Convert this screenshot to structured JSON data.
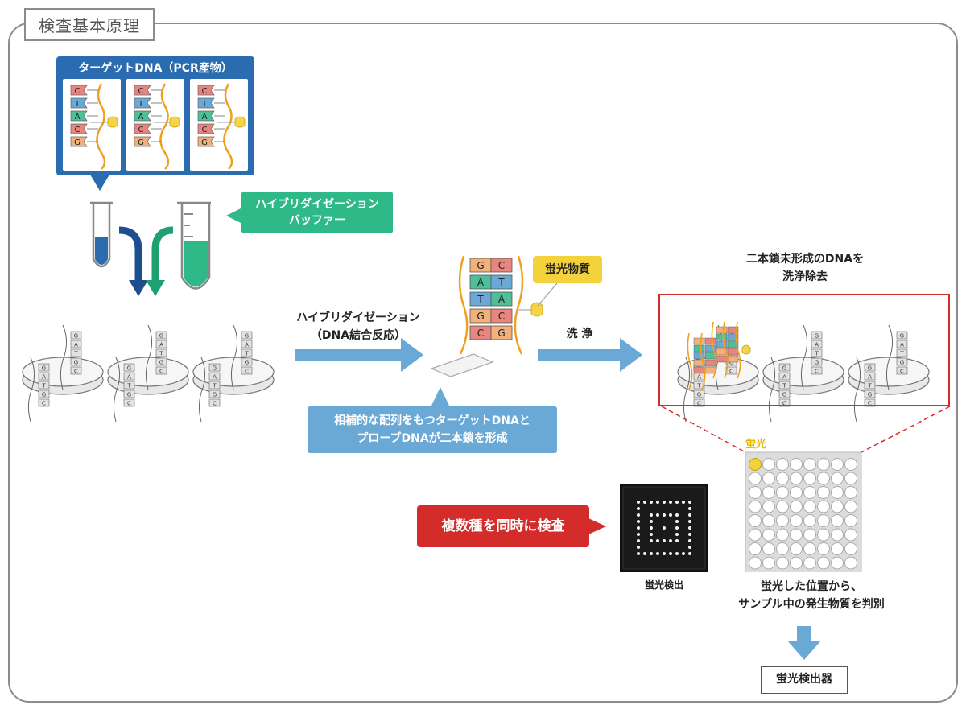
{
  "section_title": "検査基本原理",
  "target_dna": {
    "title": "ターゲットDNA（PCR産物）",
    "bases": [
      "C",
      "T",
      "A",
      "C",
      "G"
    ]
  },
  "buffer_label": "ハイブリダイゼーション\nバッファー",
  "hybridization_label": "ハイブリダイゼーション\n（DNA結合反応）",
  "fluorescent_label": "蛍光物質",
  "duplex_pairs": [
    [
      "G",
      "C"
    ],
    [
      "A",
      "T"
    ],
    [
      "T",
      "A"
    ],
    [
      "G",
      "C"
    ],
    [
      "C",
      "G"
    ]
  ],
  "probe_bases": [
    "G",
    "A",
    "T",
    "G",
    "C"
  ],
  "wash_label": "洗 浄",
  "removal_label": "二本鎖未形成のDNAを\n洗浄除去",
  "complement_callout": "相補的な配列をもつターゲットDNAと\nプローブDNAが二本鎖を形成",
  "multi_test_label": "複数種を同時に検査",
  "chip_caption": "蛍光検出",
  "fluor_label": "蛍光",
  "result_text": "蛍光した位置から、\nサンプル中の発生物質を判別",
  "detector_label": "蛍光検出器",
  "colors": {
    "blue": "#2b6cb0",
    "green": "#2fb989",
    "red": "#d42b2b",
    "light_blue": "#6aa9d6",
    "yellow": "#f4d23c",
    "base_C": "#e8857e",
    "base_T": "#6aa9d6",
    "base_A": "#4fbf9a",
    "base_G": "#f2b07a"
  }
}
